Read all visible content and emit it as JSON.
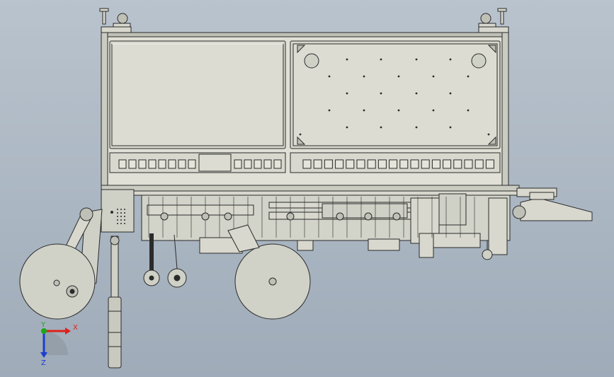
{
  "viewport": {
    "background": "#aab6c2",
    "model_fill": "#d8d8ce",
    "model_edge": "#2b2b2b",
    "model_shade": "#bfc0b6"
  },
  "triad": {
    "x_label": "X",
    "y_label": "Y",
    "z_label": "Z",
    "x_color": "#e0201a",
    "y_color": "#1aa81a",
    "z_color": "#1a3fd0"
  },
  "panels": {
    "left_slot_count": 8,
    "left_slot_count_b": 5,
    "right_slot_count": 18
  }
}
